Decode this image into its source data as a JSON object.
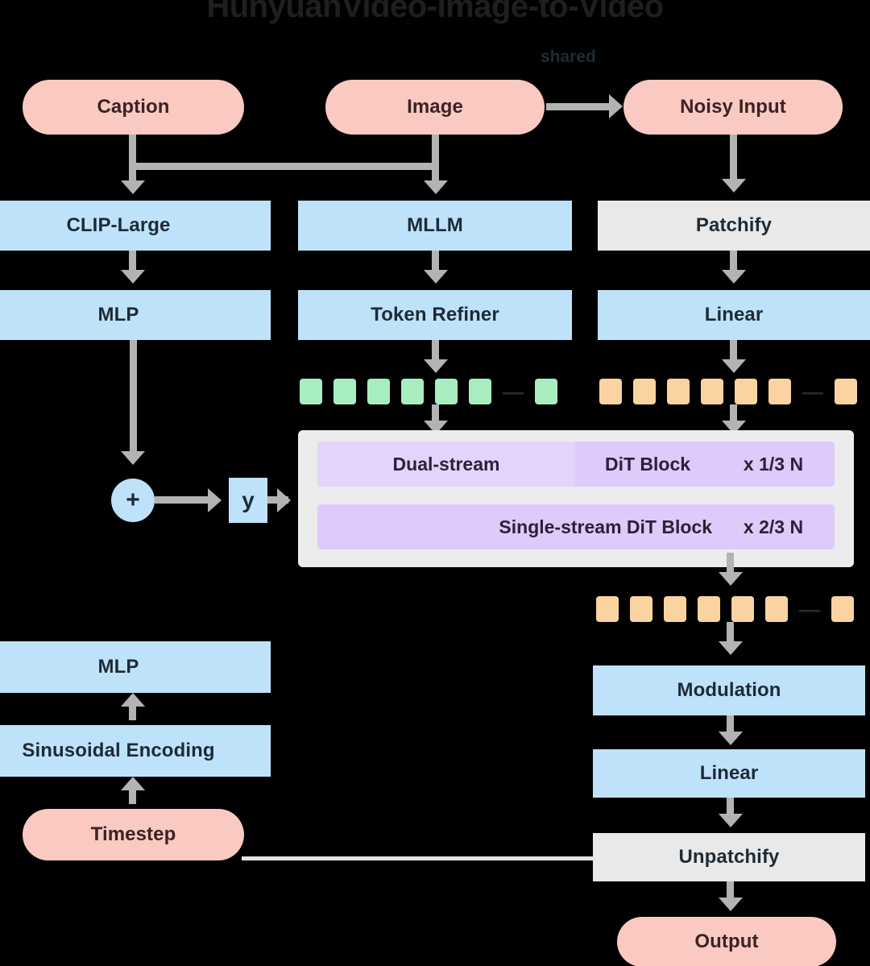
{
  "title": "HunyuanVideo-Image-to-Video",
  "labels": {
    "shared": "shared"
  },
  "inputs": {
    "caption": "Caption",
    "image": "Image",
    "noisy_input": "Noisy Input",
    "timestep": "Timestep"
  },
  "encoders": {
    "clip": "CLIP-Large",
    "mllm": "MLLM",
    "patchify": "Patchify",
    "mlp_text": "MLP",
    "token_refiner": "Token Refiner",
    "linear_in": "Linear"
  },
  "modulation_path": {
    "plus": "+",
    "y": "y",
    "mlp_time": "MLP",
    "sinusoidal": "Sinusoidal Encoding"
  },
  "dit": {
    "dual_stream_label": "Dual-stream",
    "dual_block_label": "DiT Block",
    "dual_count": "x 1/3 N",
    "single_label": "Single-stream DiT Block",
    "single_count": "x 2/3 N"
  },
  "decoder": {
    "modulation": "Modulation",
    "linear_out": "Linear",
    "unpatchify": "Unpatchify",
    "output": "Output"
  },
  "tokens": {
    "text_tokens": {
      "color": "#a8edc0",
      "count_before_ellipsis": 6,
      "count_after_ellipsis": 1,
      "ellipsis": "—"
    },
    "latent_tokens": {
      "color": "#fbd3a1",
      "count_before_ellipsis": 6,
      "count_after_ellipsis": 1,
      "ellipsis": "—"
    },
    "output_tokens": {
      "color": "#fbd3a1",
      "count_before_ellipsis": 6,
      "count_after_ellipsis": 1,
      "ellipsis": "—"
    }
  },
  "colors": {
    "background": "#000000",
    "pill_pink": "#fac9c2",
    "box_blue": "#bfe2fb",
    "box_grey": "#e9e9e9",
    "block_purple": "#e4d3fa",
    "token_green": "#a8edc0",
    "token_orange": "#fbd3a1",
    "connector_grey": "#b3b3b3",
    "text_dark": "#1d2b36"
  }
}
